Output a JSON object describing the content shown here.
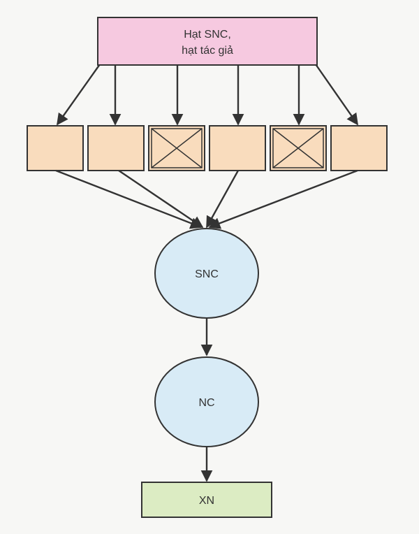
{
  "top_box": {
    "line1": "Hạt SNC,",
    "line2": "hạt tác giả",
    "fill": "#f6c9e0"
  },
  "row_boxes": [
    {
      "crossed": false
    },
    {
      "crossed": false
    },
    {
      "crossed": true
    },
    {
      "crossed": false
    },
    {
      "crossed": true
    },
    {
      "crossed": false
    }
  ],
  "row_box_fill": "#f9dcbd",
  "circle_fill": "#d8ebf6",
  "snc": {
    "label": "SNC"
  },
  "nc": {
    "label": "NC"
  },
  "xn": {
    "label": "XN",
    "fill": "#dcecc3"
  }
}
